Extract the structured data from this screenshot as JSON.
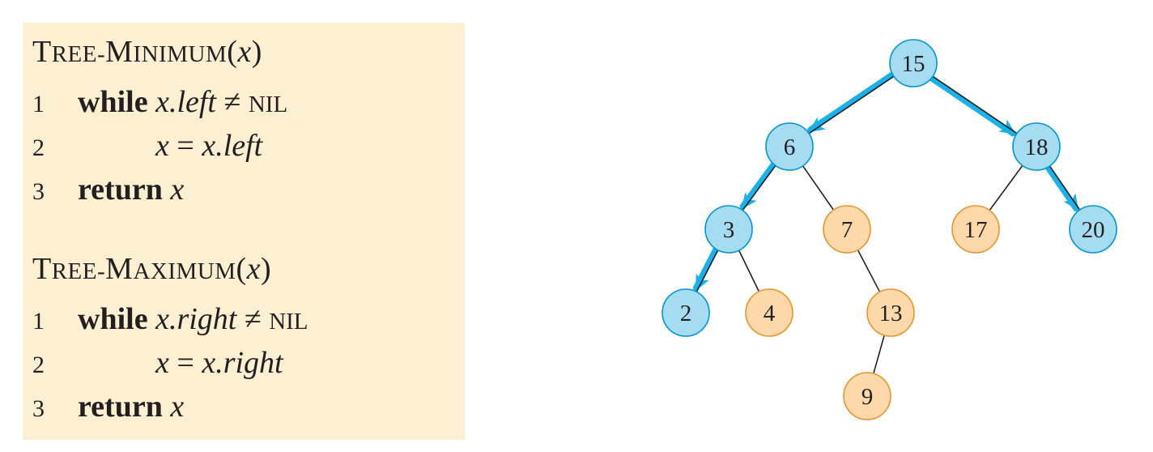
{
  "tree_minimum": {
    "title_first": "T",
    "title_rest": "REE-",
    "title_second": "M",
    "title_second_rest": "INIMUM",
    "title_args_open": "(",
    "title_arg": "x",
    "title_args_close": ")",
    "lines": [
      {
        "num": "1",
        "keyword": "while",
        "var": "x",
        "dot_field": ".left",
        "op": " ≠ ",
        "tail": "NIL"
      },
      {
        "num": "2",
        "lhs": "x",
        "assign": " = ",
        "rhs_var": "x",
        "rhs_field": ".left"
      },
      {
        "num": "3",
        "keyword": "return",
        "var": "x"
      }
    ]
  },
  "tree_maximum": {
    "title_first": "T",
    "title_rest": "REE-",
    "title_second": "M",
    "title_second_rest": "AXIMUM",
    "title_args_open": "(",
    "title_arg": "x",
    "title_args_close": ")",
    "lines": [
      {
        "num": "1",
        "keyword": "while",
        "var": "x",
        "dot_field": ".right",
        "op": " ≠ ",
        "tail": "NIL"
      },
      {
        "num": "2",
        "lhs": "x",
        "assign": " = ",
        "rhs_var": "x",
        "rhs_field": ".right"
      },
      {
        "num": "3",
        "keyword": "return",
        "var": "x"
      }
    ]
  },
  "tree": {
    "colors": {
      "highlight_fill": "#a6dcf2",
      "highlight_stroke": "#0095d6",
      "normal_fill": "#fcd8ab",
      "normal_stroke": "#e8952c",
      "edge": "#231f20",
      "path": "#1ab0e8"
    },
    "nodes": [
      {
        "id": "n15",
        "label": "15",
        "highlight": true
      },
      {
        "id": "n6",
        "label": "6",
        "highlight": true
      },
      {
        "id": "n18",
        "label": "18",
        "highlight": true
      },
      {
        "id": "n3",
        "label": "3",
        "highlight": true
      },
      {
        "id": "n7",
        "label": "7",
        "highlight": false
      },
      {
        "id": "n17",
        "label": "17",
        "highlight": false
      },
      {
        "id": "n20",
        "label": "20",
        "highlight": true
      },
      {
        "id": "n2",
        "label": "2",
        "highlight": true
      },
      {
        "id": "n4",
        "label": "4",
        "highlight": false
      },
      {
        "id": "n13",
        "label": "13",
        "highlight": false
      },
      {
        "id": "n9",
        "label": "9",
        "highlight": false
      }
    ],
    "edges": [
      {
        "from": "n15",
        "to": "n6",
        "path": true
      },
      {
        "from": "n15",
        "to": "n18",
        "path": true
      },
      {
        "from": "n6",
        "to": "n3",
        "path": true
      },
      {
        "from": "n6",
        "to": "n7",
        "path": false
      },
      {
        "from": "n18",
        "to": "n17",
        "path": false
      },
      {
        "from": "n18",
        "to": "n20",
        "path": true
      },
      {
        "from": "n3",
        "to": "n2",
        "path": true
      },
      {
        "from": "n3",
        "to": "n4",
        "path": false
      },
      {
        "from": "n7",
        "to": "n13",
        "path": false
      },
      {
        "from": "n13",
        "to": "n9",
        "path": false
      }
    ]
  }
}
